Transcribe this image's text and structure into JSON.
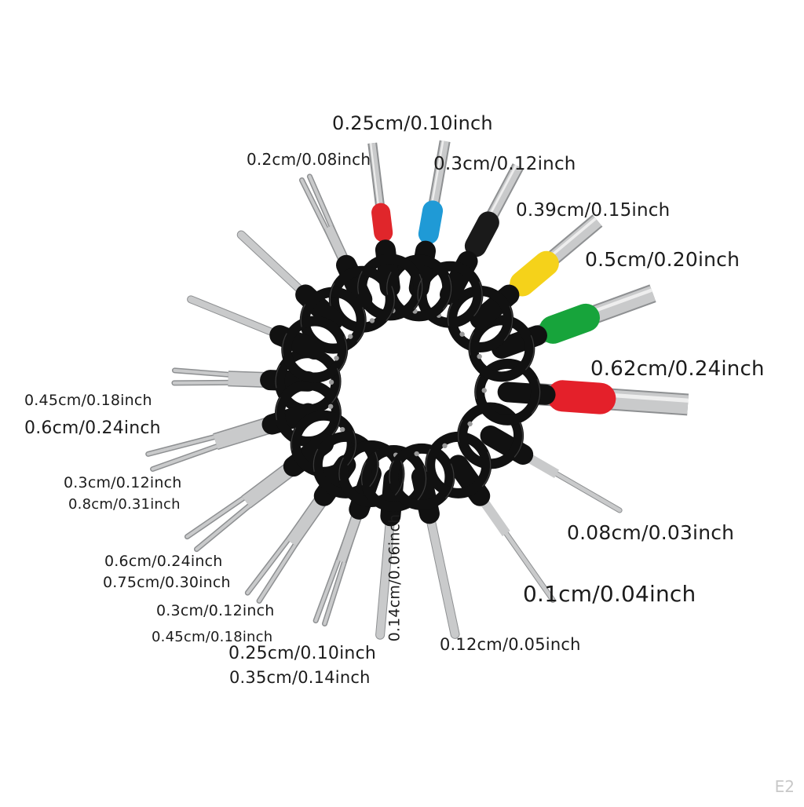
{
  "product": {
    "top_tools": [
      {
        "label": "0.2cm/0.08inch",
        "ferrule_color": "#e0262b"
      },
      {
        "label": "0.25cm/0.10inch",
        "ferrule_color": "#1f9ad6"
      },
      {
        "label": "0.3cm/0.12inch",
        "ferrule_color": "#1a1a1a"
      },
      {
        "label": "0.39cm/0.15inch",
        "ferrule_color": "#f5d21a"
      },
      {
        "label": "0.5cm/0.20inch",
        "ferrule_color": "#17a43b"
      },
      {
        "label": "0.62cm/0.24inch",
        "ferrule_color": "#e4202a"
      }
    ],
    "pin_tools": [
      {
        "label": "0.08cm/0.03inch"
      },
      {
        "label": "0.1cm/0.04inch"
      },
      {
        "label": "0.12cm/0.05inch"
      },
      {
        "label": "0.14cm/0.06inch"
      }
    ],
    "fork_tools": [
      {
        "label": "0.45cm/0.18inch"
      },
      {
        "label": "0.6cm/0.24inch"
      },
      {
        "label": "0.3cm/0.12inch",
        "label2": "0.8cm/0.31inch"
      },
      {
        "label": "0.6cm/0.24inch",
        "label2": "0.75cm/0.30inch"
      },
      {
        "label": "0.3cm/0.12inch",
        "label2": "0.45cm/0.18inch"
      },
      {
        "label": "0.25cm/0.10inch",
        "label2": "0.35cm/0.14inch"
      }
    ]
  },
  "watermark": "E2",
  "colors": {
    "handle": "#111111",
    "steel": "#c9cacb",
    "steel_edge": "#8e9092",
    "pin_rivet": "#9a9a9a"
  },
  "icons": [
    "terminal-removal-tool-icon"
  ]
}
